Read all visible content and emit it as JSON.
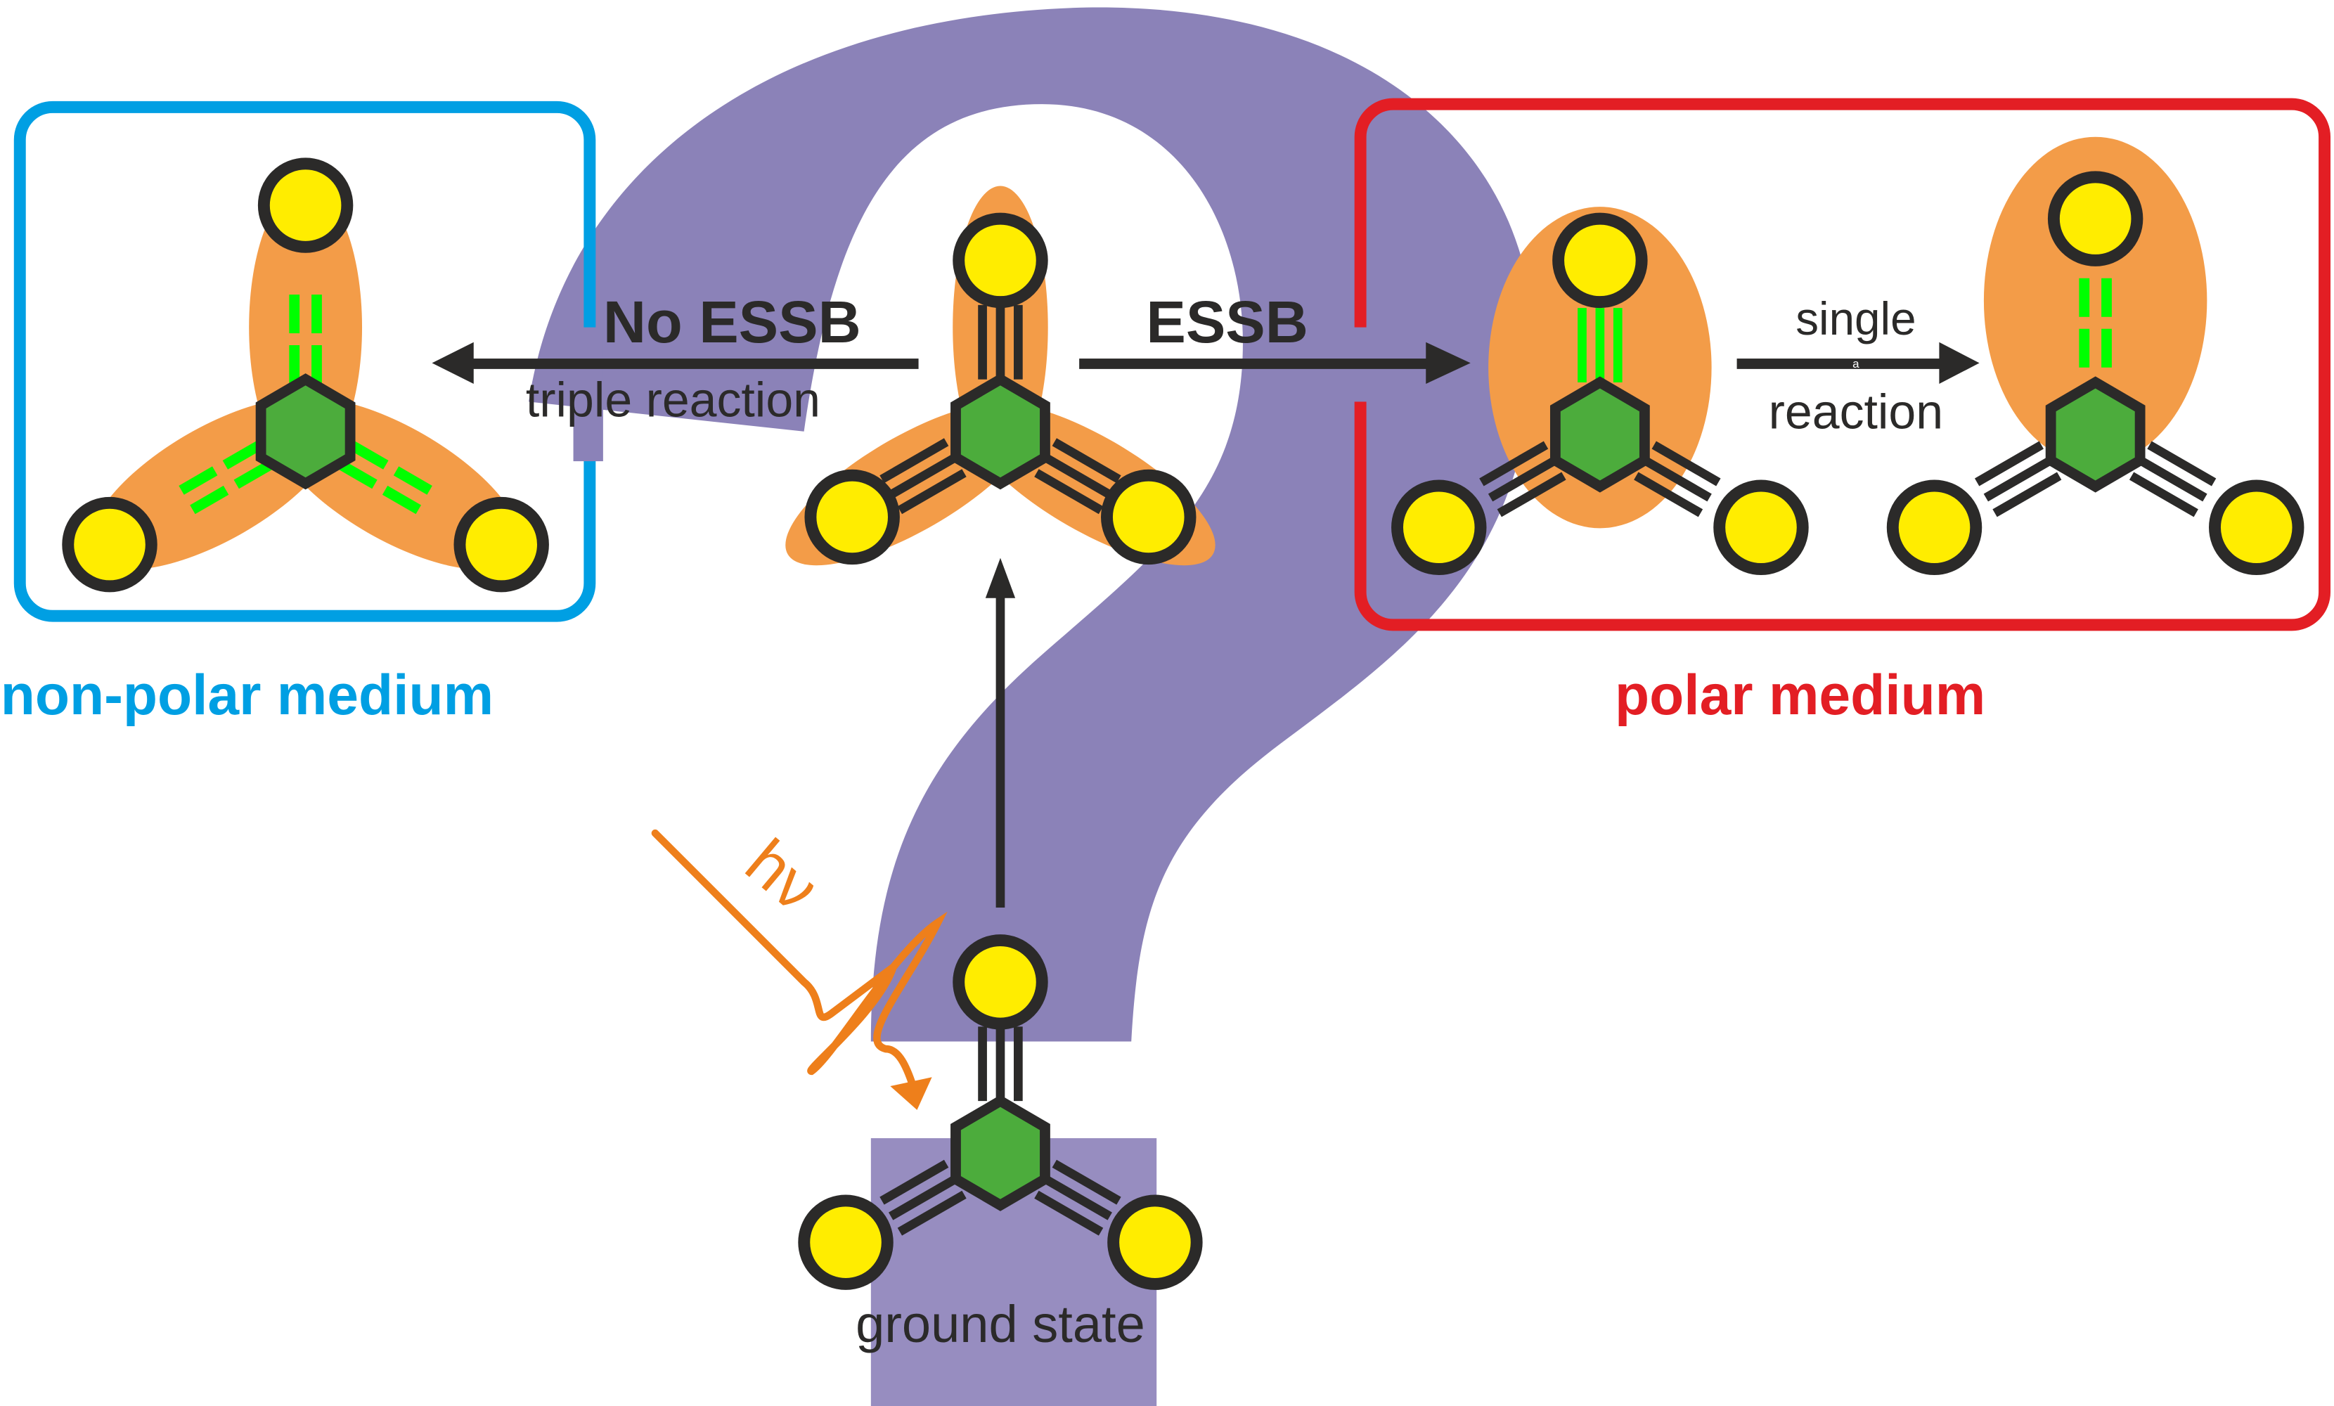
{
  "diagram": {
    "labels": {
      "no_essb": "No ESSB",
      "triple_reaction": "triple reaction",
      "essb": "ESSB",
      "single": "single",
      "reaction": "reaction",
      "small_a": "a",
      "non_polar_medium": "non-polar medium",
      "polar_medium": "polar medium",
      "ground_state": "ground state",
      "hv": "hν"
    },
    "colors": {
      "question_mark": "#8b82b8",
      "non_polar_box": "#009fe3",
      "polar_box": "#e31e24",
      "excitation_lobe": "#f39c48",
      "core_hexagon": "#4cac3c",
      "terminal_atom": "#ffed00",
      "excited_bond": "#00ff00",
      "ground_bond": "#2b2a29",
      "photon": "#ee7f1b",
      "text": "#2b2a29"
    },
    "states": [
      {
        "name": "ground-state",
        "bonds": "triple-triple-triple"
      },
      {
        "name": "excited-symmetric",
        "bonds": "triple-triple-triple",
        "excitation": "delocalized"
      },
      {
        "name": "non-polar-product",
        "bonds": "double-double-double",
        "excitation": "delocalized"
      },
      {
        "name": "polar-localized",
        "bonds": "triple-triple-triple",
        "excitation": "localized"
      },
      {
        "name": "polar-product",
        "bonds": "double-triple-triple",
        "excitation": "localized"
      }
    ]
  }
}
